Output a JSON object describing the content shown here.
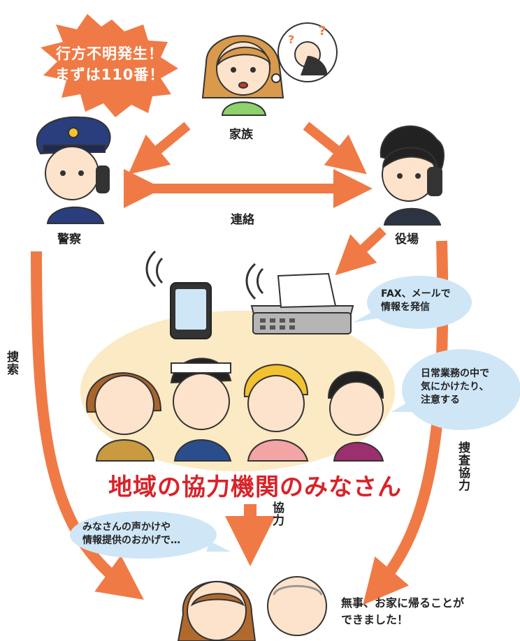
{
  "burst": {
    "line1": "行方不明発生！",
    "line2": "まずは110番！"
  },
  "nodes": {
    "family": "家族",
    "police": "警察",
    "cityhall": "役場"
  },
  "edges": {
    "contact": "連絡",
    "search": "捜索",
    "investigation_cooperation": "捜査協力",
    "cooperation": "協力"
  },
  "bubbles": {
    "fax": {
      "line1": "FAX、メールで",
      "line2": "情報を発信"
    },
    "daily": {
      "line1": "日常業務の中で",
      "line2": "気にかけたり、",
      "line3": "注意する"
    },
    "thanks": {
      "line1": "みなさんの声かけや",
      "line2": "情報提供のおかげで…"
    }
  },
  "cooperators_title": "地域の協力機関のみなさん",
  "outcome": {
    "line1": "無事、お家に帰ることが",
    "line2": "できました！"
  },
  "colors": {
    "arrow": "#f07a45",
    "title": "#d8232a",
    "bubble": "#cfe6f7",
    "oval": "#fbeac4"
  }
}
